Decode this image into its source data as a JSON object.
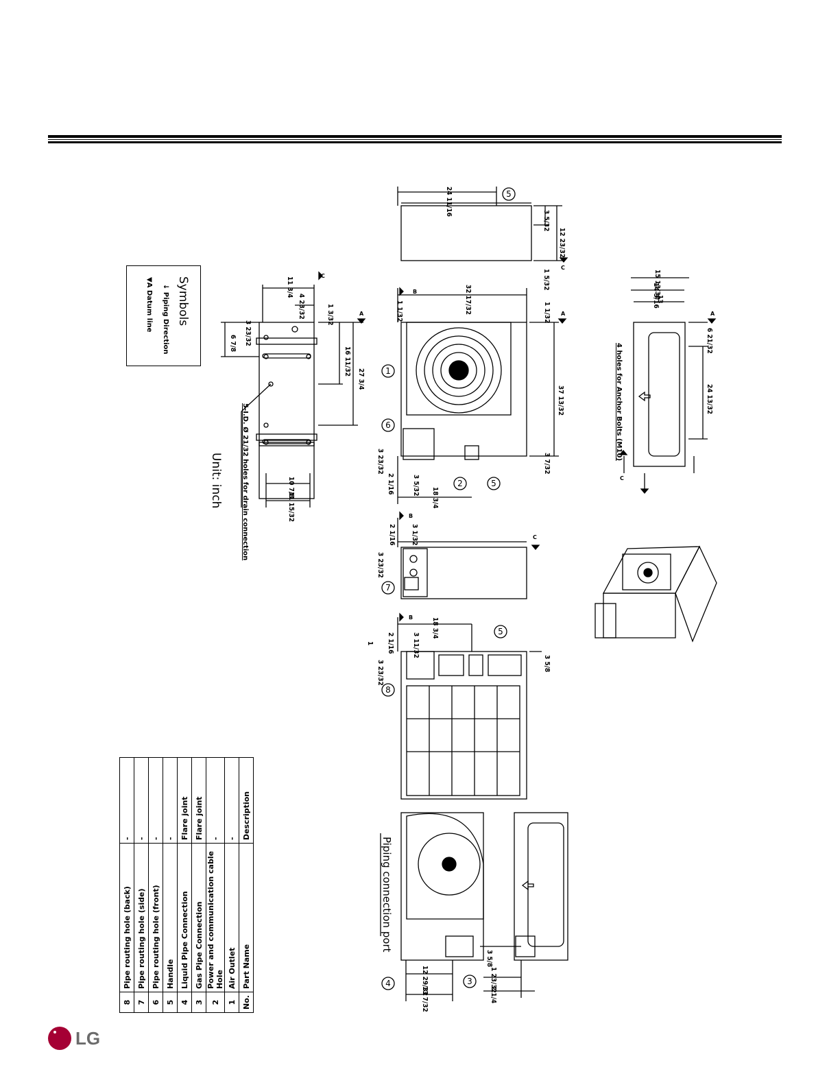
{
  "brand": {
    "name": "LG"
  },
  "unit_label": "Unit: inch",
  "symbols": {
    "title": "Symbols",
    "piping_direction": "Piping Direction",
    "datum_line": "Datum line",
    "datum_letter": "A"
  },
  "piping_title": "Piping connection port",
  "notes": {
    "anchor": "4 holes for Anchor Bolts (M10)",
    "drain": "5-I.D. Ø 21/32 holes for drain connection"
  },
  "markers": [
    "1",
    "2",
    "3",
    "4",
    "5",
    "6",
    "7",
    "8"
  ],
  "datum_marks": [
    "A",
    "B",
    "C"
  ],
  "dimensions": {
    "bottom_view": [
      "11 3/4",
      "4 23/32",
      "1 3/32",
      "3 23/32",
      "6 7/8",
      "16 11/32",
      "27 3/4",
      "10 7/8",
      "11 15/32"
    ],
    "top_view": [
      "24 11/16",
      "3 5/32",
      "12 23/32",
      "1 5/32"
    ],
    "front_view": [
      "32 17/32",
      "1 1/32",
      "1 1/32",
      "37 13/32",
      "3 7/32",
      "3 23/32",
      "2 1/16",
      "3 5/32",
      "18 3/4"
    ],
    "side_view_right": [
      "15 13/32",
      "14 3/16",
      "13",
      "6 21/32",
      "24 13/32"
    ],
    "side_view": [
      "2 1/16",
      "3 1/32",
      "3 23/32"
    ],
    "rear_view": [
      "18 3/4",
      "2 1/16",
      "3 11/32",
      "1",
      "3 23/32",
      "3 5/8"
    ],
    "piping_port": [
      "12 29/32",
      "13 7/32",
      "3 5/8",
      "1 23/32",
      "2 1/4"
    ]
  },
  "parts_table": {
    "headers": {
      "no": "No.",
      "part": "Part Name",
      "desc": "Description"
    },
    "rows": [
      {
        "no": "1",
        "part": "Air Outlet",
        "desc": "-"
      },
      {
        "no": "2",
        "part": "Power and communication cable Hole",
        "desc": "-"
      },
      {
        "no": "3",
        "part": "Gas Pipe Connection",
        "desc": "Flare joint"
      },
      {
        "no": "4",
        "part": "Liquid Pipe Connection",
        "desc": "Flare joint"
      },
      {
        "no": "5",
        "part": "Handle",
        "desc": "-"
      },
      {
        "no": "6",
        "part": "Pipe routing hole (front)",
        "desc": "-"
      },
      {
        "no": "7",
        "part": "Pipe routing hole (side)",
        "desc": "-"
      },
      {
        "no": "8",
        "part": "Pipe routing hole (back)",
        "desc": "-"
      }
    ]
  }
}
